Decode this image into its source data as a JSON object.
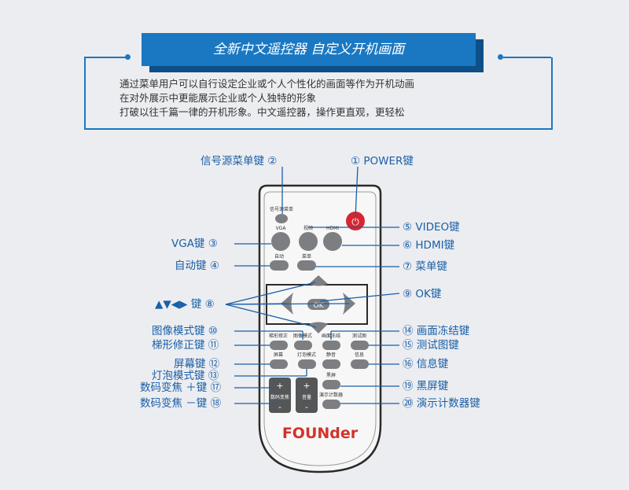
{
  "header": {
    "title": "全新中文遥控器  自定义开机画面",
    "lines": [
      "通过菜单用户可以自行设定企业或个人个性化的画面等作为开机动画",
      "在对外展示中更能展示企业或个人独特的形象",
      "打破以往千篇一律的开机形象。中文遥控器，操作更直观，更轻松"
    ]
  },
  "remote": {
    "brand": "FOUNder",
    "labels": {
      "source_menu": "信号源菜单",
      "vga": "VGA",
      "video": "视频",
      "hdmi": "HDMI",
      "auto": "自动",
      "menu": "菜单",
      "ok": "OK",
      "keystone": "梯形修正",
      "image_mode": "图像模式",
      "freeze": "画面冻结",
      "test_pattern": "测试图",
      "screen": "屏幕",
      "lamp_mode": "灯泡模式",
      "mute": "静音",
      "info": "信息",
      "blank": "黑屏",
      "digital_zoom": "数码变焦",
      "volume": "音量",
      "timer": "演示计数器",
      "plus": "+",
      "minus": "-"
    }
  },
  "callouts": {
    "c2": "信号源菜单键 ②",
    "c1": "① POWER键",
    "c5": "⑤ VIDEO键",
    "c3": "VGA键 ③",
    "c6": "⑥ HDMI键",
    "c4": "自动键 ④",
    "c7": "⑦ 菜单键",
    "c8": "▲▼◀▶ 键 ⑧",
    "c9": "⑨ OK键",
    "c10": "图像模式键 ⑩",
    "c14": "⑭ 画面冻结键",
    "c11": "梯形修正键 ⑪",
    "c15": "⑮ 测试图键",
    "c12": "屏幕键 ⑫",
    "c16": "⑯ 信息键",
    "c13": "灯泡模式键 ⑬",
    "c17": "数码变焦 ＋键 ⑰",
    "c19": "⑲ 黑屏键",
    "c18": "数码变焦 －键 ⑱",
    "c20": "⑳ 演示计数器键"
  },
  "colors": {
    "accent": "#1a78c2",
    "power": "#d8252f",
    "button": "#7d7e82",
    "brand": "#d2332a"
  }
}
